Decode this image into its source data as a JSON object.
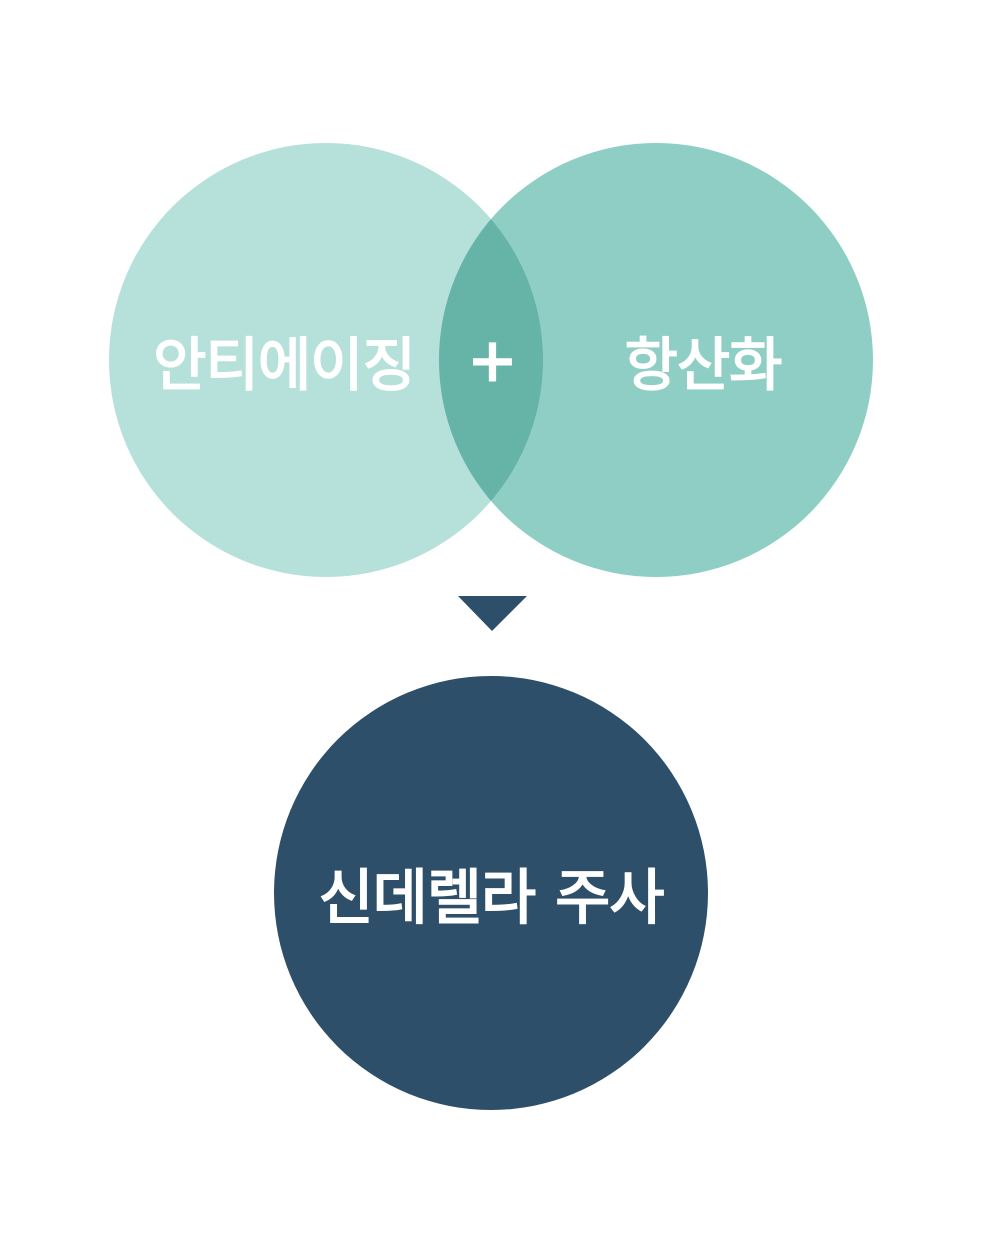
{
  "diagram": {
    "left_circle": {
      "label": "안티에이징",
      "color": "#b6e0da"
    },
    "right_circle": {
      "label": "항산화",
      "color": "#8fcec4"
    },
    "overlap": {
      "symbol": "+",
      "color": "#66b3a8"
    },
    "arrow": {
      "icon": "triangle-down-icon",
      "color": "#2e4f69"
    },
    "result_circle": {
      "label": "신데렐라 주사",
      "color": "#2e4f69"
    }
  }
}
